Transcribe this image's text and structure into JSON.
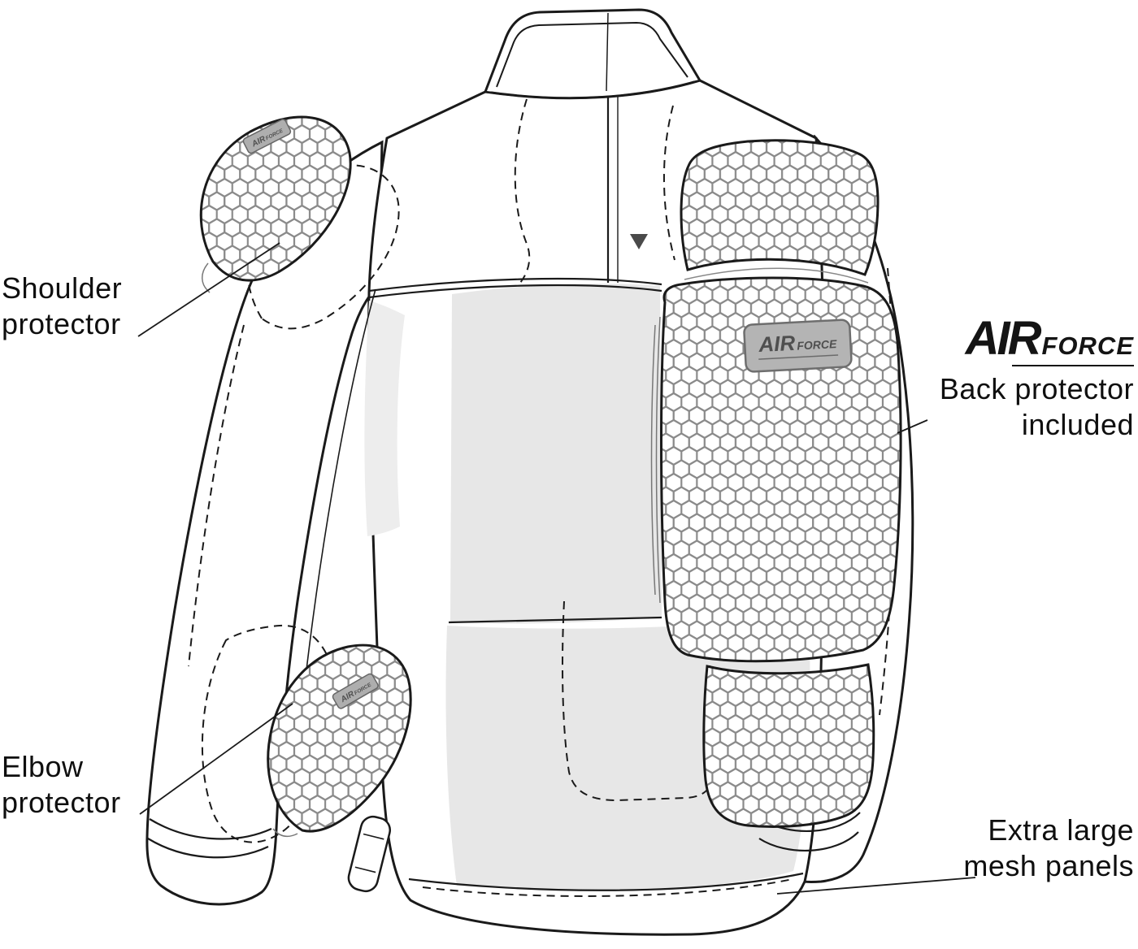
{
  "labels": {
    "shoulder": {
      "line1": "Shoulder",
      "line2": "protector"
    },
    "elbow": {
      "line1": "Elbow",
      "line2": "protector"
    },
    "back_protector": {
      "line1": "Back protector",
      "line2": "included"
    },
    "mesh": {
      "line1": "Extra large",
      "line2": "mesh panels"
    }
  },
  "logo": {
    "air": "AIR",
    "force": "FORCE"
  },
  "colors": {
    "outline": "#1a1a1a",
    "mesh_panel": "#e7e7e7",
    "honeycomb_gray": "#939393",
    "patch_gray": "#b4b4b4"
  }
}
